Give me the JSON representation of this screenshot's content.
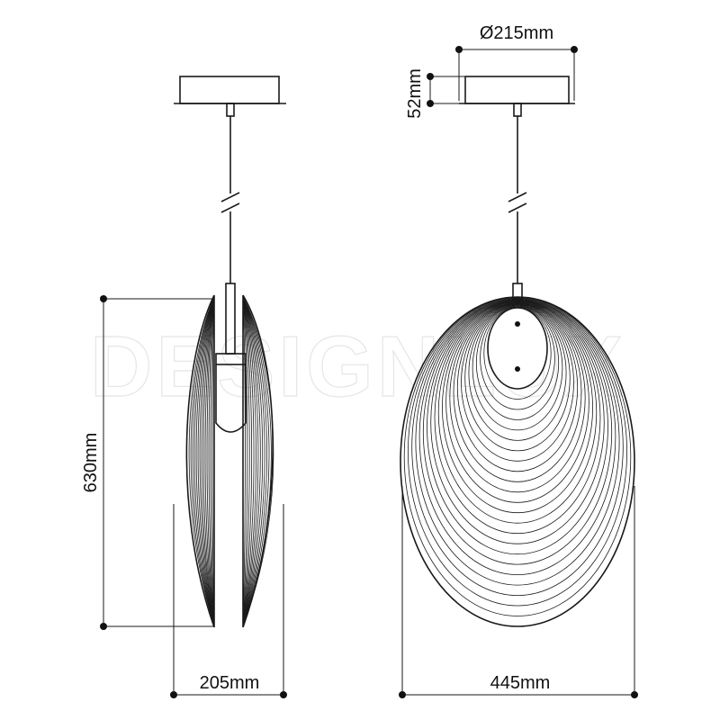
{
  "watermark": "DESIGNLUX",
  "dimensions": {
    "canopy_diameter": "Ø215mm",
    "canopy_height": "52mm",
    "total_height": "630mm",
    "side_width": "205mm",
    "front_width": "445mm"
  },
  "colors": {
    "line": "#1a1a1a",
    "watermark": "#e6e6e6"
  }
}
